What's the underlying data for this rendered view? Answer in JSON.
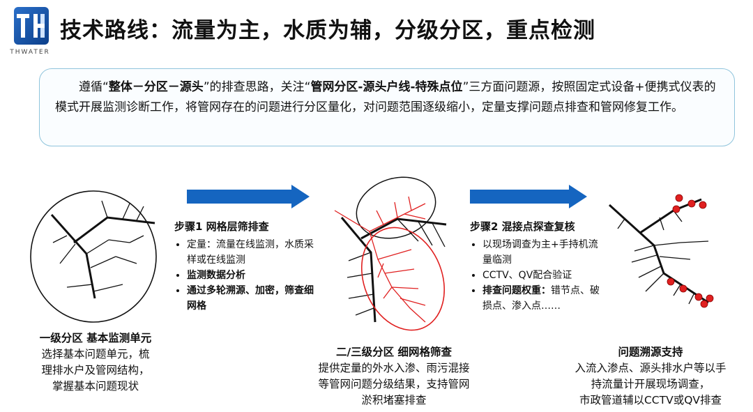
{
  "logo": {
    "text": "THWATER"
  },
  "title": "技术路线：流量为主，水质为辅，分级分区，重点检测",
  "intro": {
    "p1": "遵循“",
    "b1": "整体－分区－源头",
    "p2": "”的排查思路，关注“",
    "b2": "管网分区-源头户线-特殊点位",
    "p3": "”三方面问题源，按照固定式设备+便携式仪表的模式开展监测诊断工作，将管网存在的问题进行分区量化，对问题范围逐级缩小，定量支撑问题点排查和管网修复工作。"
  },
  "colors": {
    "arrow": "#1565c0",
    "red": "#e02020",
    "frame": "#8fc4dc"
  },
  "step1": {
    "heading": "步骤1 网格层筛排查",
    "items": [
      {
        "text": "定量：流量在线监测，水质采样或在线监测",
        "bold": false
      },
      {
        "text": "监测数据分析",
        "bold": true
      },
      {
        "text": "通过多轮溯源、加密，筛查细网格",
        "bold": true
      }
    ]
  },
  "step2": {
    "heading": "步骤2 混接点探查复核",
    "items": [
      {
        "text": "以现场调查为主+手持机流量临测",
        "bold": false
      },
      {
        "text": "CCTV、QV配合验证",
        "bold": false
      },
      {
        "text": "排查问题权重：",
        "bold": true,
        "rest": "错节点、破损点、渗入点……"
      }
    ]
  },
  "cap1": {
    "heading": "一级分区 基本监测单元",
    "lines": [
      "选择基本问题单元，梳",
      "理排水户及管网结构，",
      "掌握基本问题现状"
    ]
  },
  "cap2": {
    "heading": "二/三级分区 细网格筛查",
    "lines": [
      "提供定量的外水入渗、雨污混接",
      "等管网问题分级结果，支持管网",
      "淤积堵塞排查"
    ]
  },
  "cap3": {
    "heading": "问题溯源支持",
    "lines": [
      "入流入渗点、源头排水户等以手",
      "持流量计开展现场调查，",
      "市政管道辅以CCTV或QV排查"
    ]
  }
}
